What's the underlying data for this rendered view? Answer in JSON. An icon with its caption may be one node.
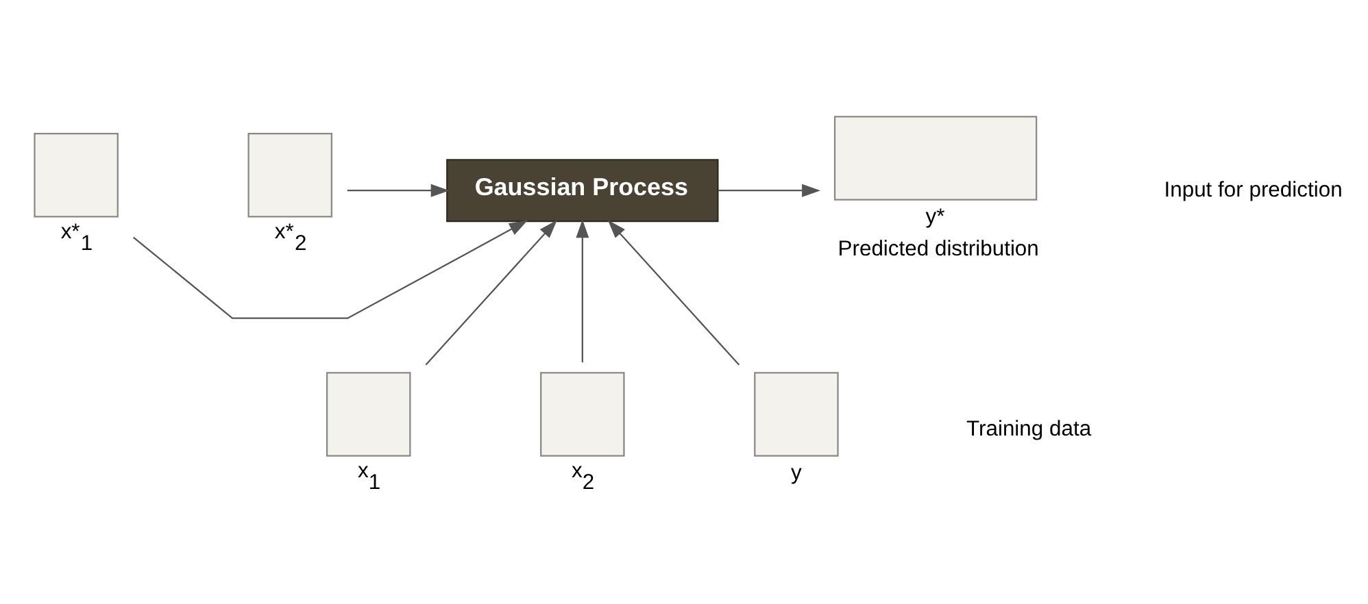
{
  "diagram": {
    "nodes": [
      {
        "text": [],
        "shape": "box",
        "beside": [
          "x*$_{1}$"
        ]
      },
      {
        "text": [],
        "shape": "box",
        "beside": [
          "x*$_{2}$"
        ]
      },
      {
        "text": [
          "Gaussian Process"
        ]
      },
      {
        "text": [],
        "shape": "box",
        "beside": [
          "y*",
          "Predicted distribution"
        ]
      },
      {
        "text": [],
        "shape": "box",
        "beside": [
          "x$_{1}$"
        ]
      },
      {
        "text": [],
        "shape": "box",
        "beside": [
          "x$_{2}$"
        ]
      },
      {
        "text": [],
        "shape": "box",
        "beside": [
          "y"
        ]
      }
    ],
    "edges": [
      {
        "from": 0,
        "to": 2,
        "arrow": "to"
      },
      {
        "from": 1,
        "to": 2,
        "arrow": "to"
      },
      {
        "from": 2,
        "to": 3,
        "arrow": "to"
      },
      {
        "from": 4,
        "to": 2,
        "arrow": "to"
      },
      {
        "from": 5,
        "to": 2,
        "arrow": "to"
      },
      {
        "from": 6,
        "to": 2,
        "arrow": "to"
      }
    ],
    "labels": [
      "Input for prediction",
      "Training data"
    ]
  }
}
